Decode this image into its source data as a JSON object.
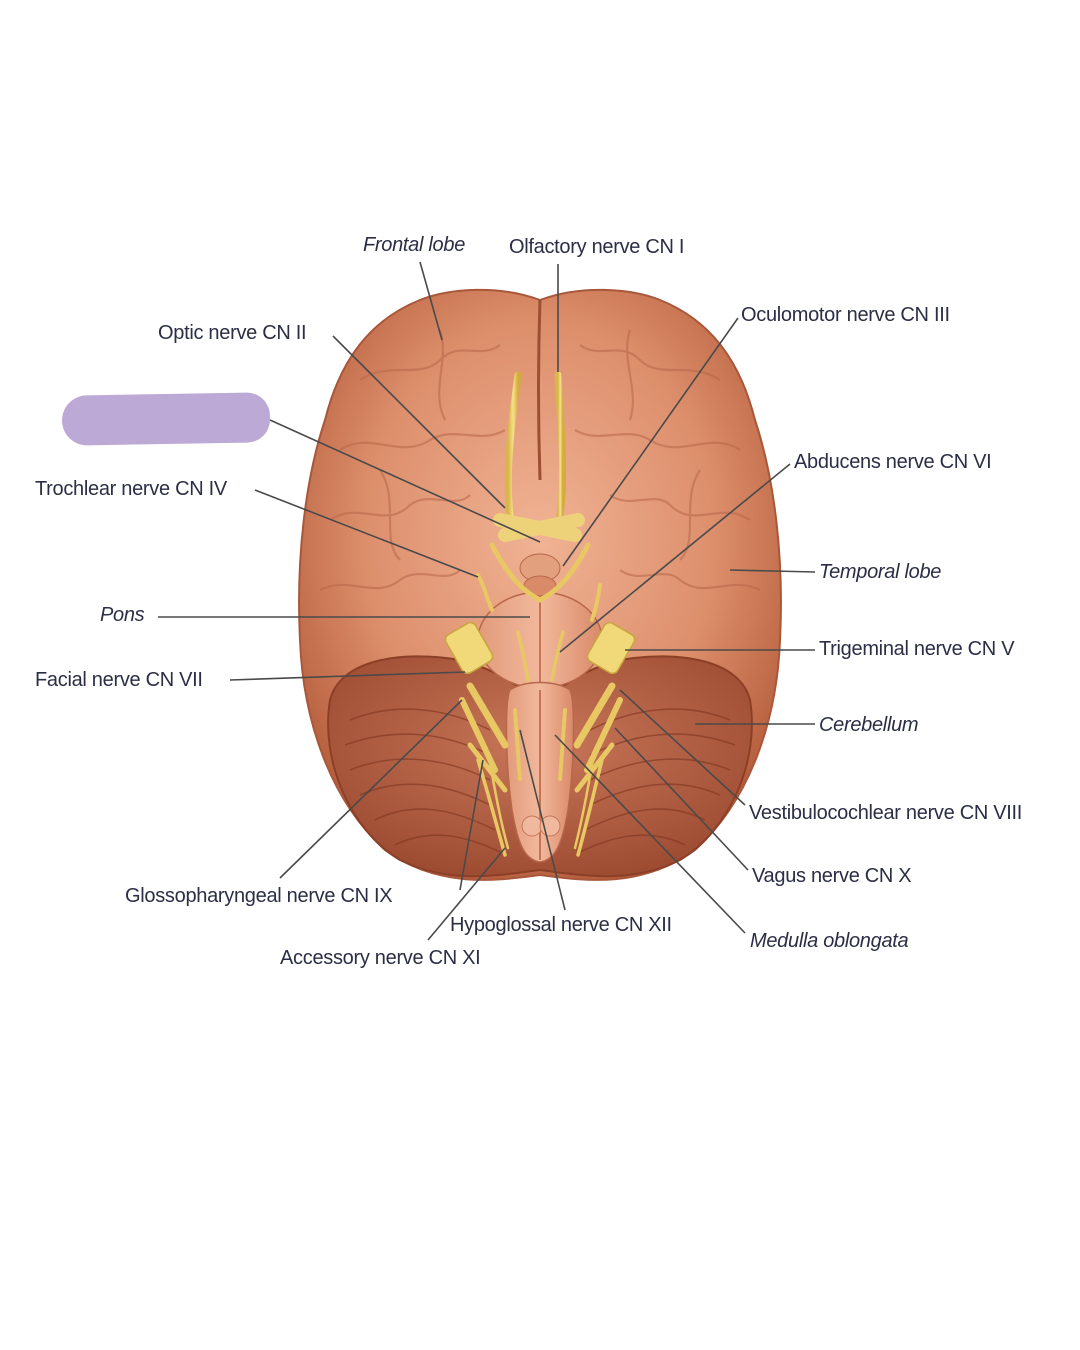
{
  "figure": {
    "subject": "Inferior view of the brain showing cranial nerves",
    "colors": {
      "background": "#ffffff",
      "brain": "#d98a68",
      "brain_dark": "#b4603f",
      "cerebellum": "#b86447",
      "nerve": "#e9cf6a",
      "leader_line": "#4a4a4a",
      "label_text": "#2b2e45",
      "redaction": "#bca9d6"
    },
    "labels": {
      "frontal_lobe": "Frontal lobe",
      "olfactory": "Olfactory nerve CN I",
      "optic": "Optic nerve CN II",
      "oculomotor": "Oculomotor nerve CN III",
      "abducens": "Abducens nerve CN VI",
      "trochlear": "Trochlear nerve CN IV",
      "temporal_lobe": "Temporal lobe",
      "pons": "Pons",
      "trigeminal": "Trigeminal nerve CN V",
      "facial": "Facial nerve CN VII",
      "cerebellum": "Cerebellum",
      "vestibulocochlear": "Vestibulocochlear nerve CN VIII",
      "vagus": "Vagus nerve CN X",
      "glossopharyngeal": "Glossopharyngeal nerve CN IX",
      "hypoglossal": "Hypoglossal nerve CN XII",
      "medulla": "Medulla oblongata",
      "accessory": "Accessory nerve CN XI"
    },
    "redacted_label": {
      "note": "label hidden by purple highlight"
    }
  }
}
